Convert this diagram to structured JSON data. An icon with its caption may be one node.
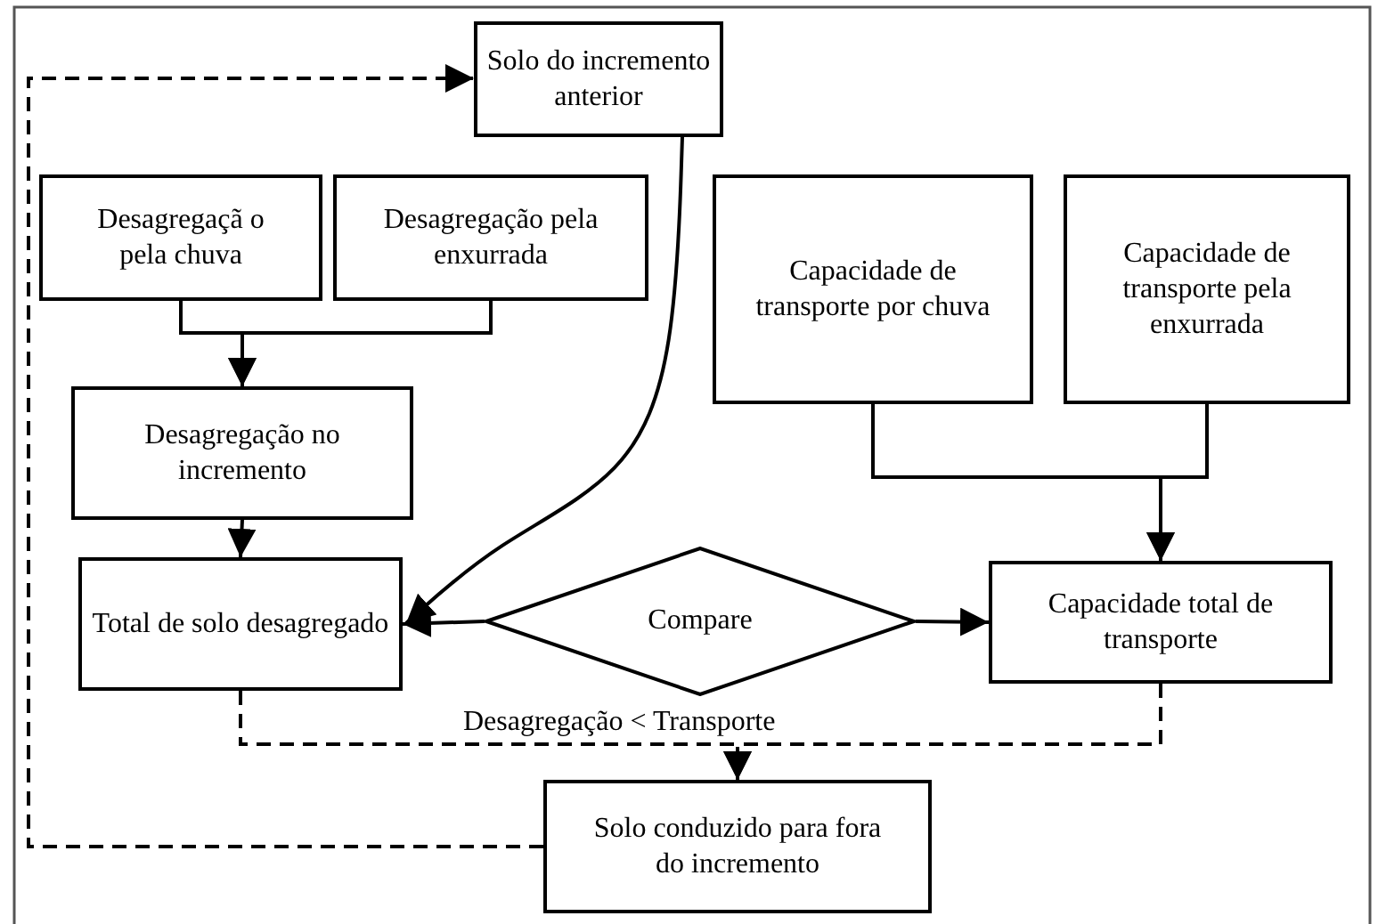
{
  "diagram": {
    "nodes": [
      {
        "text": [
          "Solo do incremento anterior"
        ]
      },
      {
        "text": [
          "Desagregaçã o pela chuva"
        ]
      },
      {
        "text": [
          "Desagregação pela enxurrada"
        ]
      },
      {
        "text": [
          "Capacidade de transporte por chuva"
        ]
      },
      {
        "text": [
          "Capacidade de transporte pela enxurrada"
        ]
      },
      {
        "text": [
          "Desagregação no incremento"
        ]
      },
      {
        "text": [
          "Total de solo desagregado"
        ]
      },
      {
        "text": [
          "Compare"
        ]
      },
      {
        "text": [
          "Capacidade total de transporte"
        ]
      },
      {
        "text": [
          "Solo conduzido para fora do incremento"
        ]
      }
    ],
    "edges": [
      {
        "from": 1,
        "to": 5,
        "arrow": "to"
      },
      {
        "from": 2,
        "to": 5,
        "arrow": "to"
      },
      {
        "from": 0,
        "to": 6,
        "arrow": "to"
      },
      {
        "from": 5,
        "to": 6,
        "arrow": "to"
      },
      {
        "from": 3,
        "to": 8,
        "arrow": "to"
      },
      {
        "from": 4,
        "to": 8,
        "arrow": "to"
      },
      {
        "from": 7,
        "to": 6,
        "arrow": "to"
      },
      {
        "from": 7,
        "to": 8,
        "arrow": "to"
      },
      {
        "from": 6,
        "to": 9,
        "arrow": "to",
        "style": "dashed",
        "label": "Desagregação < Transporte"
      },
      {
        "from": 8,
        "to": 9,
        "arrow": "to",
        "style": "dashed"
      },
      {
        "from": 9,
        "to": 0,
        "arrow": "to",
        "style": "dashed"
      }
    ]
  }
}
